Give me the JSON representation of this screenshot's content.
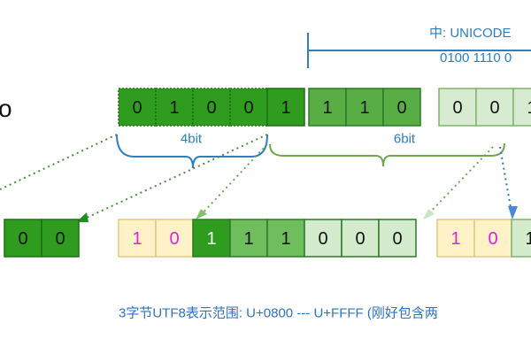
{
  "left_partial_text": "o",
  "header": {
    "unicode_label": "中: UNICODE",
    "unicode_bits": "0100 1110 0"
  },
  "top_row": {
    "bits_left": [
      "0",
      "1",
      "0",
      "0",
      "1"
    ],
    "bits_mid": [
      "1",
      "1",
      "0"
    ],
    "bits_right": [
      "0",
      "0",
      "1"
    ]
  },
  "brace_labels": {
    "four_bit": "4bit",
    "six_bit": "6bit"
  },
  "bottom_row": {
    "left_partial_bits": [
      "0",
      "0"
    ],
    "byte_middle": [
      "1",
      "0",
      "1",
      "1",
      "1",
      "0",
      "0",
      "0"
    ],
    "byte_right_partial": [
      "1",
      "0",
      "1"
    ]
  },
  "caption": "3字节UTF8表示范围: U+0800 --- U+FFFF (刚好包含两"
}
